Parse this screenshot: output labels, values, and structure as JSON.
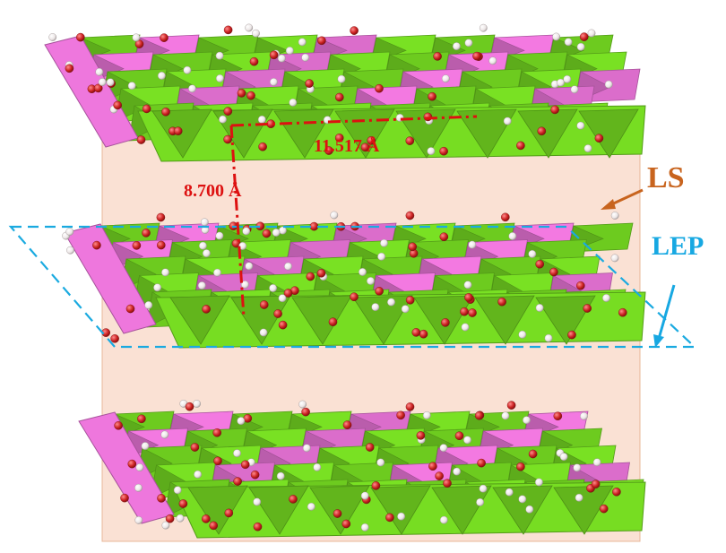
{
  "labels": {
    "lattice_a": "11.517 Å",
    "lattice_c": "8.700 Å",
    "layer_spacing": "LS",
    "layer_plane": "LEP"
  },
  "colors": {
    "octahedra": "#77dd22",
    "tetrahedra": "#ee77dd",
    "oxygen": "#cc2222",
    "hydrogen": "#f2eeee",
    "interlayer_box": "#f9dccd",
    "measure": "#dd1111",
    "ls_label": "#c8641e",
    "lep_label": "#17a8e2"
  },
  "structure": {
    "layer_count": 3,
    "atoms": [
      "oxygen",
      "hydrogen"
    ],
    "polyhedra": [
      "octahedra",
      "tetrahedra"
    ]
  }
}
